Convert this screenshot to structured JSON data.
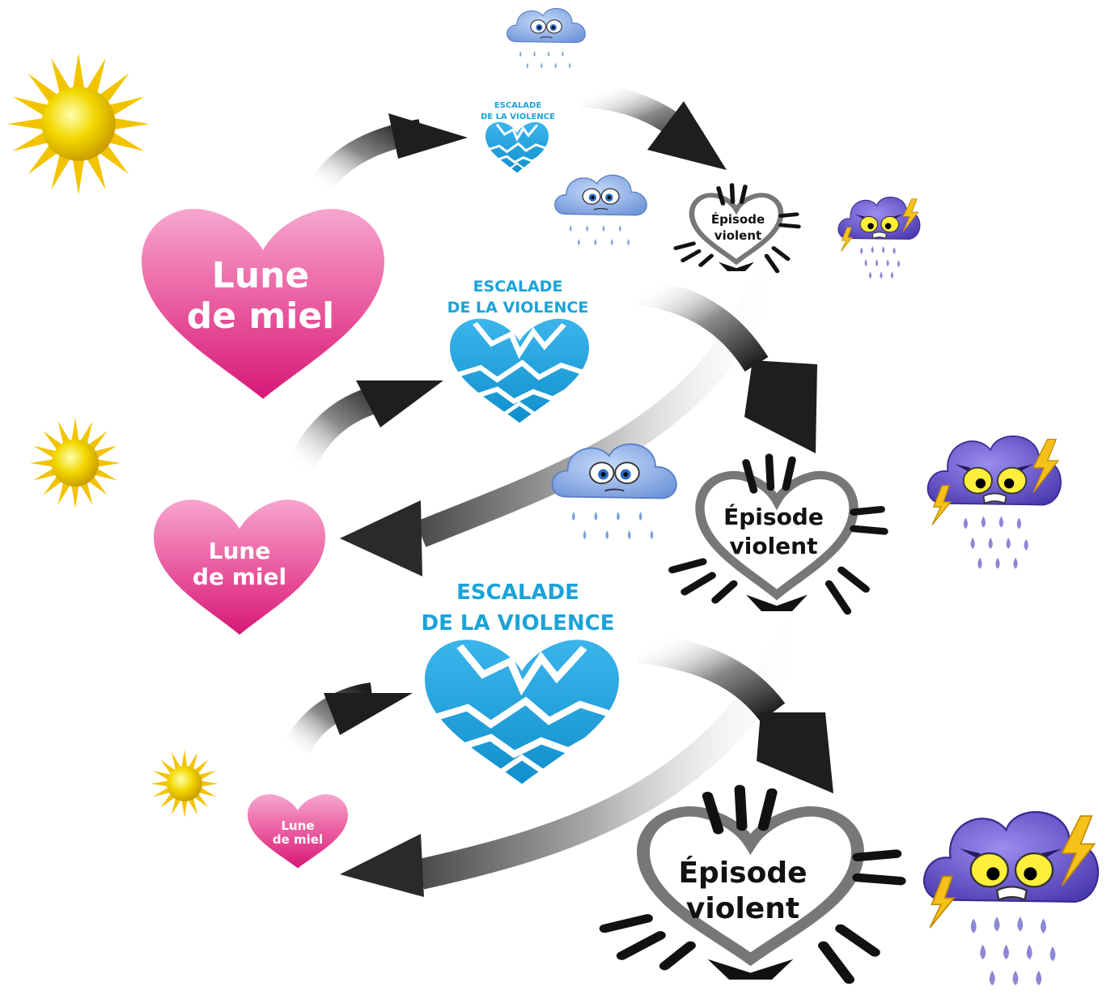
{
  "diagram": {
    "labels": {
      "honeymoon_line1": "Lune",
      "honeymoon_line2": "de miel",
      "escalation_line1": "ESCALADE",
      "escalation_line2": "DE LA VIOLENCE",
      "violent_line1": "Épisode",
      "violent_line2": "violent"
    },
    "cycles": [
      {
        "level": 1,
        "honeymoon": {
          "line1": "Lune",
          "line2": "de miel"
        },
        "escalation": {
          "line1": "ESCALADE",
          "line2": "DE LA VIOLENCE"
        },
        "violent": {
          "line1": "Épisode",
          "line2": "violent"
        }
      },
      {
        "level": 2,
        "honeymoon": {
          "line1": "Lune",
          "line2": "de miel"
        },
        "escalation": {
          "line1": "ESCALADE",
          "line2": "DE LA VIOLENCE"
        },
        "violent": {
          "line1": "Épisode",
          "line2": "violent"
        }
      },
      {
        "level": 3,
        "honeymoon": {
          "line1": "Lune",
          "line2": "de miel"
        },
        "escalation": {
          "line1": "ESCALADE",
          "line2": "DE LA VIOLENCE"
        },
        "violent": {
          "line1": "Épisode",
          "line2": "violent"
        }
      }
    ],
    "colors": {
      "honeymoon_heart": "#e8559b",
      "escalation": "#1aa3d8",
      "arrow": "#333333",
      "sun": "#f2c400",
      "sad_cloud": "#8fb0e6",
      "angry_cloud": "#6a5acd",
      "lightning": "#f6c21a"
    }
  }
}
